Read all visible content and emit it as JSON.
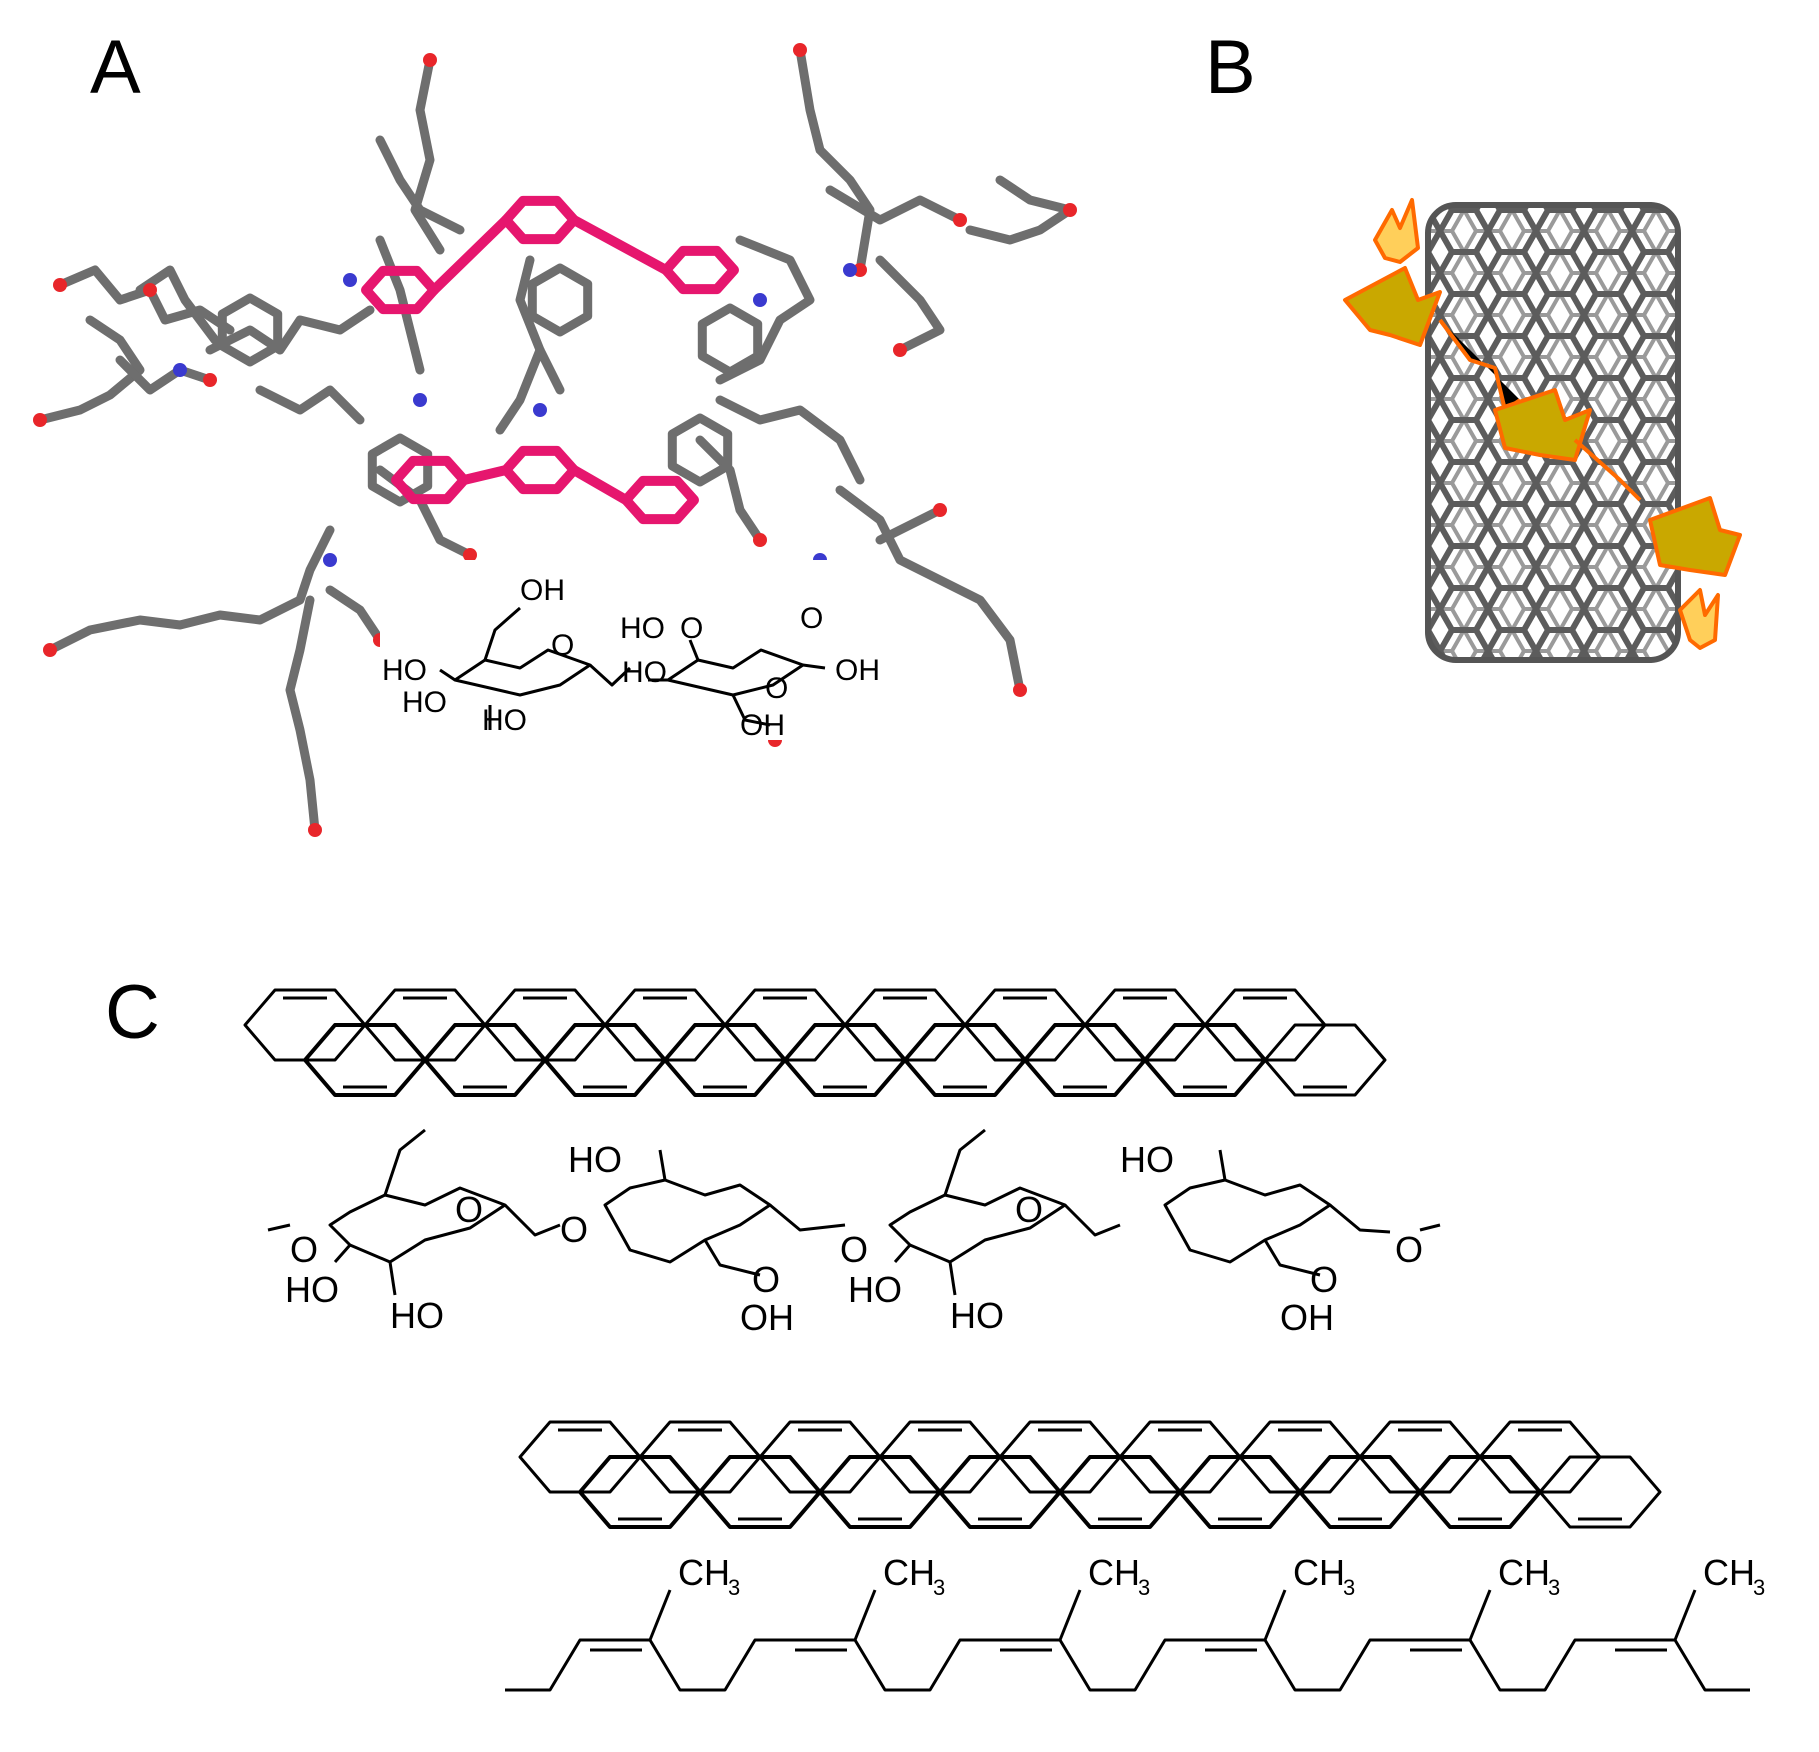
{
  "panels": {
    "a": "A",
    "b": "B",
    "c": "C"
  },
  "panel_a_labels": [
    "OH",
    "HO",
    "HO",
    "HO",
    "O",
    "HO",
    "HO",
    "O",
    "O",
    "OH",
    "OH",
    "O"
  ],
  "panel_c_sugar_labels": [
    "O",
    "O",
    "HO",
    "O",
    "HO",
    "HO",
    "O",
    "OH",
    "O",
    "HO",
    "O",
    "HO",
    "HO",
    "O",
    "OH",
    "O"
  ],
  "panel_c_methyl": [
    "CH",
    "3",
    "CH",
    "3",
    "CH",
    "3",
    "CH",
    "3",
    "CH",
    "3",
    "CH",
    "3"
  ],
  "colors": {
    "carbon": "#6e6e6e",
    "oxygen": "#e8262a",
    "nitrogen": "#3a3acf",
    "core": "#e6166e",
    "ribbon_stroke": "#ff6a00",
    "ribbon_fill": "#c9a800",
    "tip_fill": "#ffcf5a"
  }
}
